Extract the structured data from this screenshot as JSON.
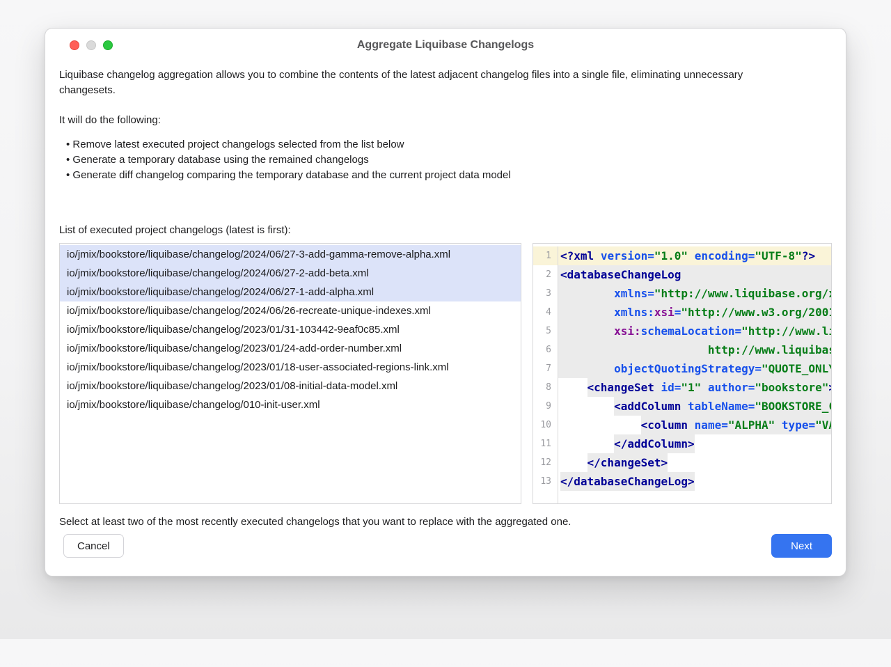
{
  "window": {
    "title": "Aggregate Liquibase Changelogs",
    "traffic_lights": [
      "close",
      "minimize",
      "zoom"
    ]
  },
  "intro_text": "Liquibase changelog aggregation allows you to combine the contents of the latest adjacent changelog files into a single file, eliminating unnecessary changesets.",
  "following_heading": "It will do the following:",
  "bullet_glyph": "•",
  "bullets": [
    "Remove latest executed project changelogs selected from the list below",
    "Generate a temporary database using the remained changelogs",
    "Generate diff changelog comparing the temporary database and the current project data model"
  ],
  "list_label": "List of executed project changelogs (latest is first):",
  "changelog_list": {
    "items": [
      {
        "path": "io/jmix/bookstore/liquibase/changelog/2024/06/27-3-add-gamma-remove-alpha.xml",
        "selected": true
      },
      {
        "path": "io/jmix/bookstore/liquibase/changelog/2024/06/27-2-add-beta.xml",
        "selected": true
      },
      {
        "path": "io/jmix/bookstore/liquibase/changelog/2024/06/27-1-add-alpha.xml",
        "selected": true
      },
      {
        "path": "io/jmix/bookstore/liquibase/changelog/2024/06/26-recreate-unique-indexes.xml",
        "selected": false
      },
      {
        "path": "io/jmix/bookstore/liquibase/changelog/2023/01/31-103442-9eaf0c85.xml",
        "selected": false
      },
      {
        "path": "io/jmix/bookstore/liquibase/changelog/2023/01/24-add-order-number.xml",
        "selected": false
      },
      {
        "path": "io/jmix/bookstore/liquibase/changelog/2023/01/18-user-associated-regions-link.xml",
        "selected": false
      },
      {
        "path": "io/jmix/bookstore/liquibase/changelog/2023/01/08-initial-data-model.xml",
        "selected": false
      },
      {
        "path": "io/jmix/bookstore/liquibase/changelog/010-init-user.xml",
        "selected": false
      }
    ]
  },
  "code_preview": {
    "lines": [
      {
        "num": "1",
        "indent": 0,
        "bg": "cream",
        "tokens": [
          [
            "tag",
            "<?xml"
          ],
          [
            "sp",
            " "
          ],
          [
            "attr",
            "version="
          ],
          [
            "val",
            "\"1.0\""
          ],
          [
            "sp",
            " "
          ],
          [
            "attr",
            "encoding="
          ],
          [
            "val",
            "\"UTF-8\""
          ],
          [
            "tag",
            "?>"
          ]
        ]
      },
      {
        "num": "2",
        "indent": 0,
        "bg": "full",
        "tokens": [
          [
            "tag",
            "<databaseChangeLog"
          ]
        ]
      },
      {
        "num": "3",
        "indent": 8,
        "bg": "full",
        "tokens": [
          [
            "attr",
            "xmlns="
          ],
          [
            "val",
            "\"http://www.liquibase.org/x"
          ]
        ]
      },
      {
        "num": "4",
        "indent": 8,
        "bg": "full",
        "tokens": [
          [
            "attr",
            "xmlns:"
          ],
          [
            "ns",
            "xsi"
          ],
          [
            "attr",
            "="
          ],
          [
            "val",
            "\"http://www.w3.org/2001"
          ]
        ]
      },
      {
        "num": "5",
        "indent": 8,
        "bg": "full",
        "tokens": [
          [
            "ns",
            "xsi:"
          ],
          [
            "attr",
            "schemaLocation="
          ],
          [
            "val",
            "\"http://www.li"
          ]
        ]
      },
      {
        "num": "6",
        "indent": 22,
        "bg": "full",
        "tokens": [
          [
            "val",
            "http://www.liquibas"
          ]
        ]
      },
      {
        "num": "7",
        "indent": 8,
        "bg": "full",
        "tokens": [
          [
            "attr",
            "objectQuotingStrategy="
          ],
          [
            "val",
            "\"QUOTE_ONLY"
          ]
        ]
      },
      {
        "num": "8",
        "indent": 4,
        "bg": "stretch",
        "tokens": [
          [
            "tag",
            "<changeSet"
          ],
          [
            "sp",
            " "
          ],
          [
            "attr",
            "id="
          ],
          [
            "val",
            "\"1\""
          ],
          [
            "sp",
            " "
          ],
          [
            "attr",
            "author="
          ],
          [
            "val",
            "\"bookstore\""
          ],
          [
            "tag",
            ">"
          ]
        ]
      },
      {
        "num": "9",
        "indent": 8,
        "bg": "stretch",
        "tokens": [
          [
            "tag",
            "<addColumn"
          ],
          [
            "sp",
            " "
          ],
          [
            "attr",
            "tableName="
          ],
          [
            "val",
            "\"BOOKSTORE_C"
          ]
        ]
      },
      {
        "num": "10",
        "indent": 12,
        "bg": "stretch",
        "tokens": [
          [
            "tag",
            "<column"
          ],
          [
            "sp",
            " "
          ],
          [
            "attr",
            "name="
          ],
          [
            "val",
            "\"ALPHA\""
          ],
          [
            "sp",
            " "
          ],
          [
            "attr",
            "type="
          ],
          [
            "val",
            "\"VA"
          ]
        ]
      },
      {
        "num": "11",
        "indent": 8,
        "bg": "inline",
        "tokens": [
          [
            "tag",
            "</addColumn>"
          ]
        ]
      },
      {
        "num": "12",
        "indent": 4,
        "bg": "inline",
        "tokens": [
          [
            "tag",
            "</changeSet>"
          ]
        ]
      },
      {
        "num": "13",
        "indent": 0,
        "bg": "inline",
        "tokens": [
          [
            "tag",
            "</databaseChangeLog>"
          ]
        ]
      }
    ]
  },
  "hint": "Select at least two of the most recently executed changelogs that you want to replace with the aggregated one.",
  "buttons": {
    "cancel_label": "Cancel",
    "next_label": "Next"
  },
  "colors": {
    "accent_blue": "#3574f0",
    "selection_bg": "#dce3f9",
    "current_line_bg": "#faf4d8",
    "changed_block_bg": "#ebebeb",
    "syntax_tag": "#000096",
    "syntax_attr": "#1750eb",
    "syntax_value": "#067d17",
    "syntax_namespace": "#871094",
    "traffic_close": "#ff5f57",
    "traffic_minimize": "#dadada",
    "traffic_zoom": "#2bc840"
  }
}
